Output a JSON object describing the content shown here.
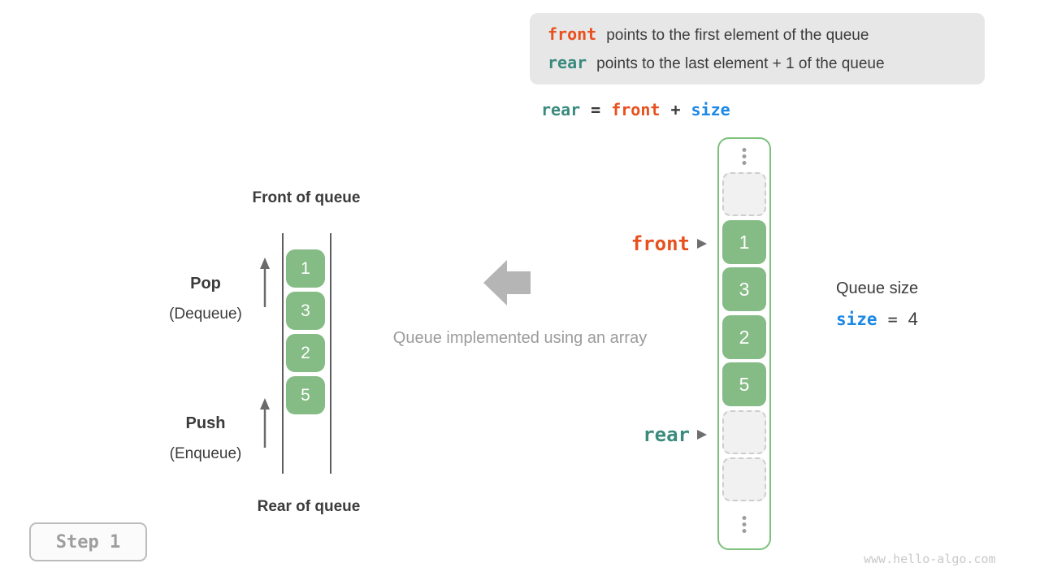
{
  "info_box": {
    "lines": [
      {
        "keyword": "front",
        "text": "points to the first element of the queue"
      },
      {
        "keyword": "rear",
        "text": "points to the last element + 1 of the queue"
      }
    ]
  },
  "formula": {
    "lhs": "rear",
    "eq": "=",
    "op1": "front",
    "plus": "+",
    "op2": "size"
  },
  "left_diagram": {
    "front_label": "Front of queue",
    "rear_label": "Rear of queue",
    "pop": {
      "title": "Pop",
      "subtitle": "(Dequeue)"
    },
    "push": {
      "title": "Push",
      "subtitle": "(Enqueue)"
    },
    "values": [
      "1",
      "3",
      "2",
      "5"
    ]
  },
  "center": {
    "caption": "Queue implemented using an array"
  },
  "array_column": {
    "front_pointer": "front",
    "rear_pointer": "rear",
    "cells": [
      {
        "type": "empty",
        "value": ""
      },
      {
        "type": "filled",
        "value": "1"
      },
      {
        "type": "filled",
        "value": "3"
      },
      {
        "type": "filled",
        "value": "2"
      },
      {
        "type": "filled",
        "value": "5"
      },
      {
        "type": "empty",
        "value": ""
      },
      {
        "type": "empty",
        "value": ""
      }
    ]
  },
  "queue_size": {
    "label": "Queue size",
    "var": "size",
    "eq": "=",
    "value": "4"
  },
  "step_badge": "Step 1",
  "watermark": "www.hello-algo.com",
  "colors": {
    "front_orange": "#e8501d",
    "rear_teal": "#3a8a7e",
    "size_blue": "#1c88e5",
    "cell_green": "#85bb85",
    "column_border_green": "#7cc17c",
    "info_box_bg": "#e7e7e7",
    "muted_gray": "#9b9b9b"
  }
}
